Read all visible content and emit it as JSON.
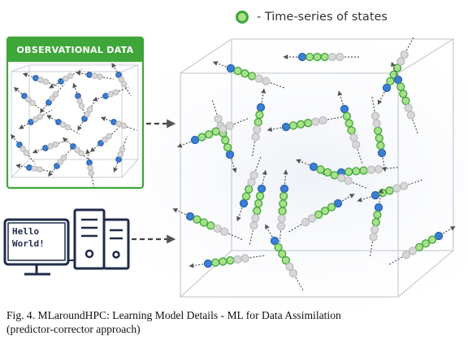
{
  "legend": {
    "marker_fill": "#a9e08a",
    "marker_stroke": "#3fa63a",
    "text": "- Time-series of states"
  },
  "observational": {
    "label": "OBSERVATIONAL DATA",
    "color": "#3fa63a"
  },
  "computer": {
    "screen_line1": "Hello",
    "screen_line2": "World!",
    "color": "#1f2b4a"
  },
  "caption": {
    "line1": "Fig. 4.   MLaroundHPC: Learning Model Details - ML for Data Assimilation",
    "line2": "(predictor-corrector approach)"
  },
  "colors": {
    "green_fill": "#a9e08a",
    "green_stroke": "#3fa63a",
    "blue_fill": "#3a7fd6",
    "grey_fill": "#d8d8d8",
    "arrow": "#555555",
    "box_line": "#c9ced6"
  }
}
